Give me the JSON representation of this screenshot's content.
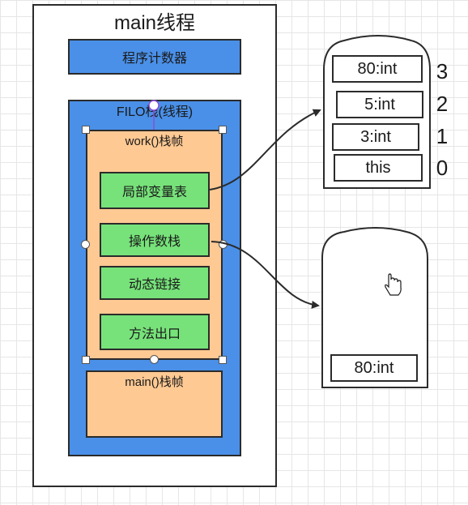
{
  "thread": {
    "title": "main线程",
    "program_counter": "程序计数器",
    "filo_stack": "FILO栈(线程)",
    "work_frame": {
      "title": "work()栈帧",
      "items": [
        "局部变量表",
        "操作数栈",
        "动态链接",
        "方法出口"
      ]
    },
    "main_frame": {
      "title": "main()栈帧"
    }
  },
  "local_vars": {
    "cells": [
      "80:int",
      "5:int",
      "3:int",
      "this"
    ],
    "indices": [
      "3",
      "2",
      "1",
      "0"
    ]
  },
  "operand_stack": {
    "cells": [
      "80:int"
    ]
  },
  "colors": {
    "blue": "#4a90e8",
    "orange": "#ffc993",
    "green": "#77e27a",
    "border": "#2b2b2b"
  }
}
